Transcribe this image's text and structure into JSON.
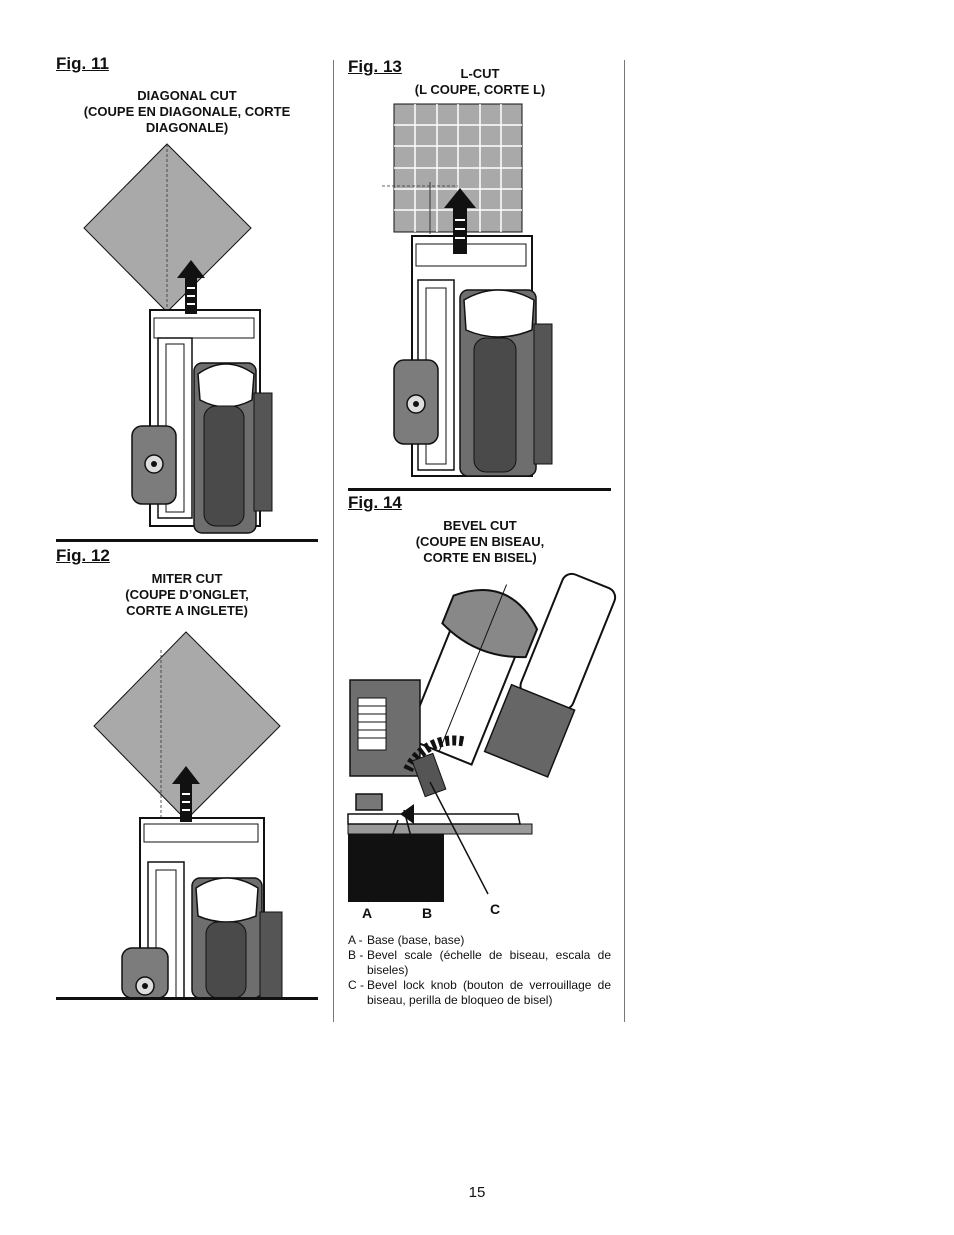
{
  "page_number": "15",
  "figures": {
    "fig11": {
      "label": "Fig. 11",
      "caption": [
        "DIAGONAL CUT",
        "(COUPE EN DIAGONALE, CORTE",
        "DIAGONALE)"
      ]
    },
    "fig12": {
      "label": "Fig. 12",
      "caption": [
        "MITER CUT",
        "(COUPE D’ONGLET,",
        "CORTE A INGLETE)"
      ]
    },
    "fig13": {
      "label": "Fig. 13",
      "caption": [
        "L-CUT",
        "(L COUPE, CORTE L)"
      ]
    },
    "fig14": {
      "label": "Fig. 14",
      "caption": [
        "BEVEL CUT",
        "(COUPE EN BISEAU,",
        "CORTE EN BISEL)"
      ],
      "callouts": [
        "A",
        "B",
        "C"
      ]
    }
  },
  "legend": [
    {
      "key": "A -",
      "text": "Base (base, base)"
    },
    {
      "key": "B -",
      "text": "Bevel scale (échelle de biseau, escala de biseles)"
    },
    {
      "key": "C -",
      "text": "Bevel lock knob (bouton de verrouillage de biseau, perilla de bloqueo de bisel)"
    }
  ],
  "colors": {
    "workpiece": "#a9a9a9",
    "ink": "#111111",
    "tool_body": "#8c8c8c"
  }
}
